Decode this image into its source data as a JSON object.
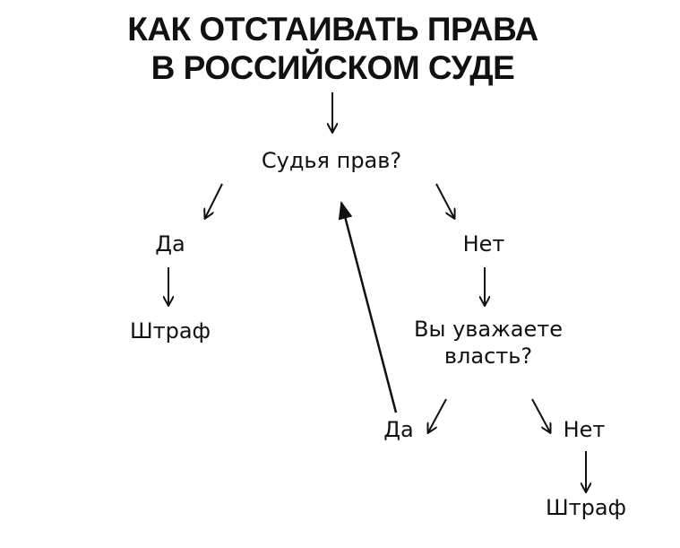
{
  "title": {
    "line1": "КАК ОТСТАИВАТЬ ПРАВА",
    "line2": "В РОССИЙСКОМ СУДЕ"
  },
  "nodes": {
    "q1": "Судья прав?",
    "yes1": "Да",
    "no1": "Нет",
    "fine1": "Штраф",
    "q2_line1": "Вы уважаете",
    "q2_line2": "власть?",
    "yes2": "Да",
    "no2": "Нет",
    "fine2": "Штраф"
  },
  "colors": {
    "ink": "#111111",
    "background": "#ffffff"
  }
}
